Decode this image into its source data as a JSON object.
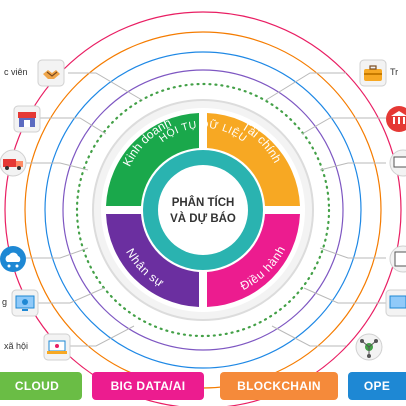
{
  "hub": {
    "ring_label": "HỘI TỤ DỮ LIỆU",
    "center_line1": "PHÂN TÍCH",
    "center_line2": "VÀ DỰ BÁO"
  },
  "quadrants": [
    {
      "label": "Kinh doanh",
      "color": "#1aa84b"
    },
    {
      "label": "Tài chính",
      "color": "#f7a823"
    },
    {
      "label": "Nhân sự",
      "color": "#6b2fa0"
    },
    {
      "label": "Điều hành",
      "color": "#ec1c8f"
    }
  ],
  "left_items": [
    {
      "label": "c viên",
      "icon": "handshake-icon"
    },
    {
      "label": "",
      "icon": "storefront-icon"
    },
    {
      "label": "",
      "icon": "delivery-truck-icon"
    },
    {
      "label": "",
      "icon": "cloud-network-icon"
    },
    {
      "label": "g",
      "icon": "monitor-gear-icon"
    },
    {
      "label": "xã hội",
      "icon": "social-laptop-icon"
    }
  ],
  "right_items": [
    {
      "label": "Tr",
      "icon": "briefcase-icon"
    },
    {
      "label": "",
      "icon": "bank-icon"
    },
    {
      "label": "",
      "icon": "chart-monitor-icon"
    },
    {
      "label": "",
      "icon": "document-icon"
    },
    {
      "label": "",
      "icon": "cloud-monitor-icon"
    },
    {
      "label": "",
      "icon": "network-node-icon"
    }
  ],
  "bottom_bar": [
    {
      "label": "CLOUD",
      "color": "#6abd45"
    },
    {
      "label": "BIG DATA/AI",
      "color": "#ec1c8f"
    },
    {
      "label": "BLOCKCHAIN",
      "color": "#f58a3a"
    },
    {
      "label": "OPE",
      "color": "#1e88d4"
    }
  ],
  "ring_colors": [
    "#e91e63",
    "#f57c00",
    "#1e88e5",
    "#7e57c2",
    "#43a047"
  ]
}
